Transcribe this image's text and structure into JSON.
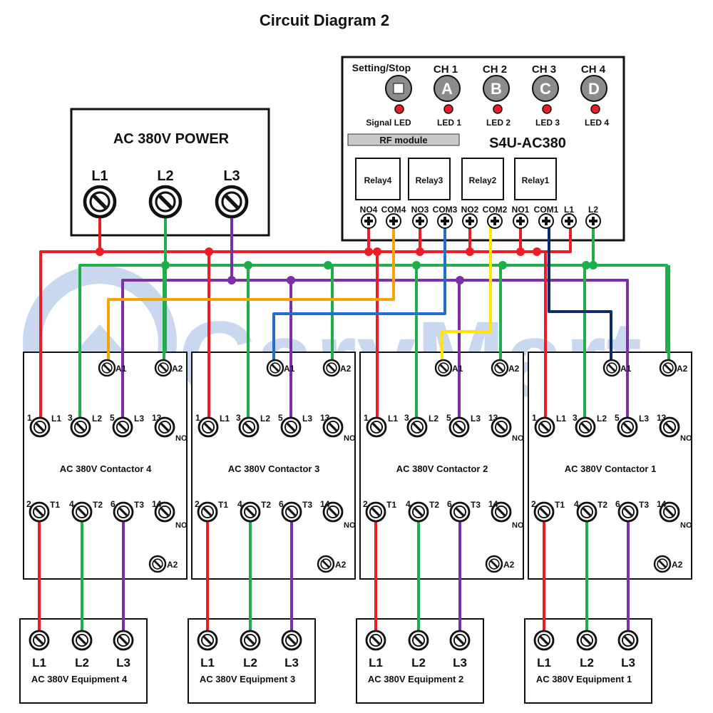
{
  "title": "Circuit Diagram 2",
  "watermark": "CaryMart",
  "colors": {
    "L1": "#ee1c24",
    "L2": "#1fae4b",
    "L3": "#7b2fa8",
    "com4": "#f5a300",
    "com3": "#1f6fd1",
    "com2": "#ffe600",
    "com1": "#0b2a6b",
    "watermark": "#c9d8ee"
  },
  "power": {
    "title": "AC 380V POWER",
    "terminals": [
      "L1",
      "L2",
      "L3"
    ]
  },
  "controller": {
    "model": "S4U-AC380",
    "rf_module": "RF module",
    "buttons": [
      {
        "top_label": "Setting/Stop",
        "glyph": "",
        "led_label": "Signal LED"
      },
      {
        "top_label": "CH 1",
        "glyph": "A",
        "led_label": "LED 1"
      },
      {
        "top_label": "CH 2",
        "glyph": "B",
        "led_label": "LED 2"
      },
      {
        "top_label": "CH 3",
        "glyph": "C",
        "led_label": "LED 3"
      },
      {
        "top_label": "CH 4",
        "glyph": "D",
        "led_label": "LED 4"
      }
    ],
    "relays": [
      "Relay4",
      "Relay3",
      "Relay2",
      "Relay1"
    ],
    "terminals": [
      "NO4",
      "COM4",
      "NO3",
      "COM3",
      "NO2",
      "COM2",
      "NO1",
      "COM1",
      "L1",
      "L2"
    ]
  },
  "contactors": [
    {
      "name": "AC 380V Contactor 4",
      "equipment": "AC 380V Equipment 4"
    },
    {
      "name": "AC 380V Contactor 3",
      "equipment": "AC 380V Equipment 3"
    },
    {
      "name": "AC 380V Contactor 2",
      "equipment": "AC 380V Equipment 2"
    },
    {
      "name": "AC 380V Contactor 1",
      "equipment": "AC 380V Equipment 1"
    }
  ],
  "contactor_labels": {
    "A1": "A1",
    "A2": "A2",
    "top_nums": [
      "1",
      "3",
      "5",
      "13"
    ],
    "top_names": [
      "L1",
      "L2",
      "L3",
      "NO"
    ],
    "bot_nums": [
      "2",
      "4",
      "6",
      "14"
    ],
    "bot_names": [
      "T1",
      "T2",
      "T3",
      "NO"
    ]
  },
  "equipment_terminals": [
    "L1",
    "L2",
    "L3"
  ]
}
